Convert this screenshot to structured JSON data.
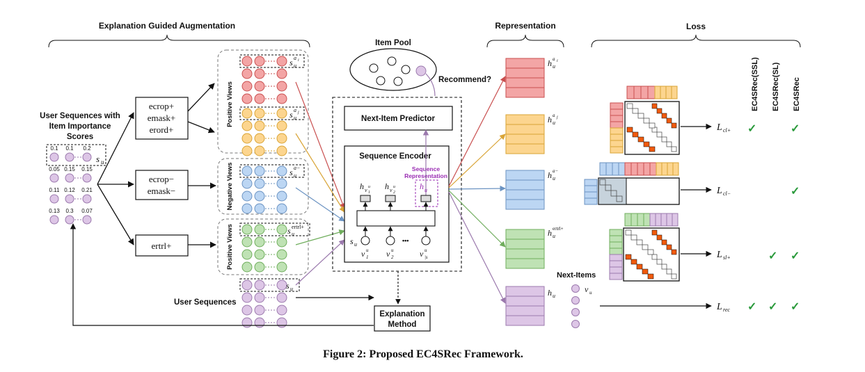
{
  "titles": {
    "augmentation": "Explanation Guided Augmentation",
    "representation": "Representation",
    "loss": "Loss",
    "item_pool": "Item Pool",
    "recommend": "Recommend?",
    "next_items": "Next-Items",
    "user_sequences": "User Sequences",
    "importance_line1": "User Sequences with",
    "importance_line2": "Item Importance",
    "importance_line3": "Scores",
    "caption": "Figure 2: Proposed EC4SRec Framework."
  },
  "importance_scores": [
    [
      "0.1",
      "0.1",
      "0.2"
    ],
    [
      "0.05",
      "0.15",
      "0.15"
    ],
    [
      "0.11",
      "0.12",
      "0.21"
    ],
    [
      "0.13",
      "0.3",
      "0.07"
    ]
  ],
  "ops": {
    "pos_box": [
      "ecrop+",
      "emask+",
      "erord+"
    ],
    "neg_box": [
      "ecrop−",
      "emask−"
    ],
    "rtrl_box": [
      "ertrl+"
    ]
  },
  "views": {
    "positive": "Positive Views",
    "negative": "Negative Views",
    "positive2": "Positive Views"
  },
  "seq_labels": {
    "s_u": "s",
    "s_u_sub": "u",
    "ai": "a",
    "ai_sub": "i",
    "aj": "a",
    "aj_sub": "j",
    "aminus": "a−",
    "ertrl": "ertrl+"
  },
  "model": {
    "predictor": "Next-Item Predictor",
    "encoder": "Sequence Encoder",
    "seq_rep_line1": "Sequence",
    "seq_rep_line2": "Representation",
    "explanation_line1": "Explanation",
    "explanation_line2": "Method",
    "dots": "•••",
    "h": "h",
    "v": "v",
    "h_sub1": "v",
    "h_sub1_sub": "1",
    "h_sub1_sup": "u",
    "h_sub2": "v",
    "h_sub2_sub": "2",
    "h_sub2_sup": "u",
    "u": "u",
    "one": "1",
    "two": "2",
    "su_abs": "|s",
    "su_abs_end": "|"
  },
  "loss_rows": [
    "L",
    "L",
    "L",
    "L"
  ],
  "loss_subs": [
    "cl+",
    "cl−",
    "sl+",
    "rec"
  ],
  "loss_columns": [
    "EC4SRec(SSL)",
    "EC4SRec(SL)",
    "EC4SRec"
  ],
  "checkmark": "✓",
  "colors": {
    "red": "#f3a5a5",
    "red_dark": "#c94f4f",
    "yellow": "#fcd58f",
    "yellow_dark": "#d9a436",
    "blue": "#bcd6f3",
    "blue_dark": "#6b93c2",
    "green": "#bfe2b4",
    "green_dark": "#6fad5c",
    "purple": "#ddc6e6",
    "purple_dark": "#9b79ad",
    "diag_orange": "#f05a0c",
    "check_green": "#2a9a3b",
    "rep_purple": "#9a2db3"
  }
}
